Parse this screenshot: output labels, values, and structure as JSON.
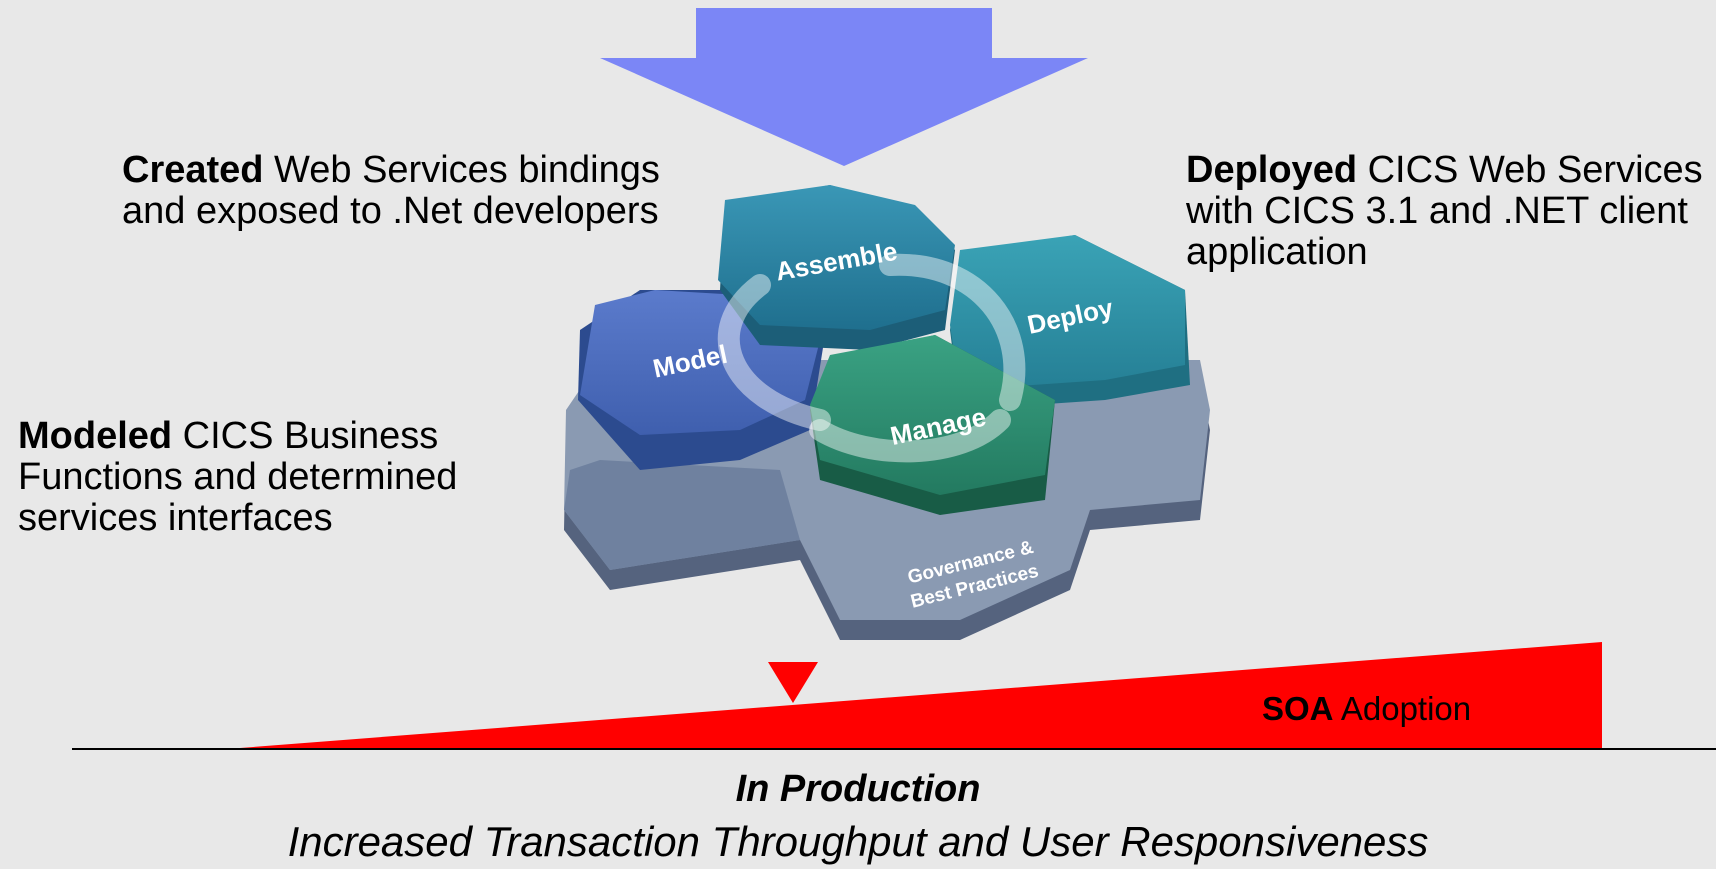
{
  "created": {
    "bold": "Created",
    "text": " Web Services bindings and exposed to .Net developers"
  },
  "deployed": {
    "bold": "Deployed",
    "text": " CICS Web Services with CICS 3.1 and .NET client application"
  },
  "modeled": {
    "bold": "Modeled",
    "text": " CICS Business Functions and determined services interfaces"
  },
  "hexagons": {
    "assemble": "Assemble",
    "deploy": "Deploy",
    "model": "Model",
    "manage": "Manage",
    "governance_line1": "Governance &",
    "governance_line2": "Best Practices"
  },
  "soa": {
    "bold": "SOA",
    "text": " Adoption"
  },
  "production": {
    "title": "In Production",
    "subtitle": "Increased Transaction Throughput and User Responsiveness"
  },
  "colors": {
    "arrow": "#7b86f6",
    "adoption_wedge": "#ff0000",
    "assemble": "#2f87a6",
    "deploy": "#2f95a9",
    "model": "#4f6fbf",
    "manage": "#2e9275",
    "base": "#8595ad"
  }
}
